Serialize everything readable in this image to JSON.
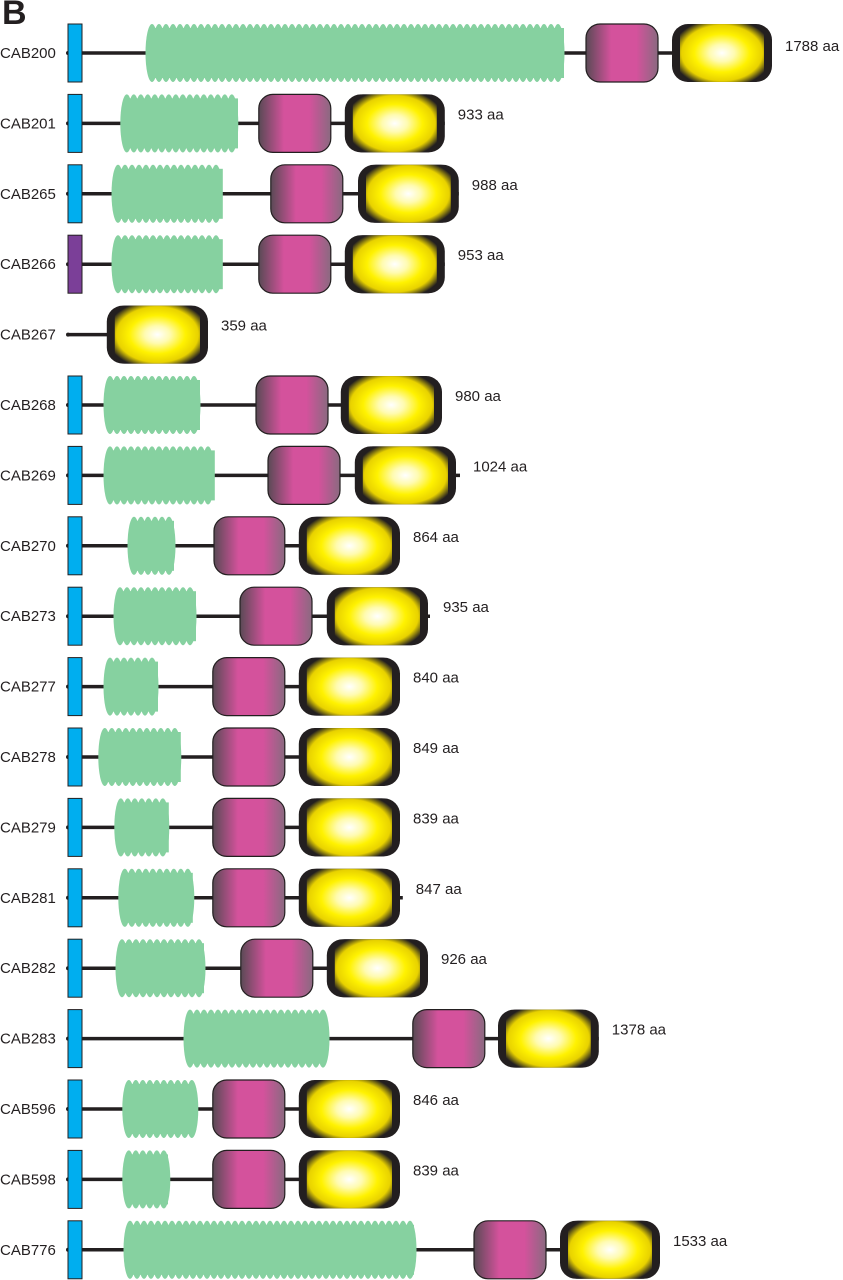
{
  "panel_label": "B",
  "colors": {
    "tm": "#00aeef",
    "tm_alt": "#7b3f98",
    "coiled": "#86d1a0",
    "pink": "#d4529c",
    "yellow": "#fff200",
    "line": "#231f20"
  },
  "legend_units": "aa",
  "proteins": [
    {
      "name": "CAB200",
      "length_label": "1788 aa",
      "box": "tm",
      "coiled": [
        195,
        1255
      ],
      "pink": [
        1295,
        1475
      ],
      "yellow": [
        1510,
        1760
      ],
      "end": 1760
    },
    {
      "name": "CAB201",
      "length_label": "933 aa",
      "box": "tm",
      "coiled": [
        132,
        440
      ],
      "pink": [
        477,
        657
      ],
      "yellow": [
        692,
        942
      ],
      "end": 942
    },
    {
      "name": "CAB265",
      "length_label": "988 aa",
      "box": "tm",
      "coiled": [
        110,
        402
      ],
      "pink": [
        507,
        687
      ],
      "yellow": [
        725,
        977
      ],
      "end": 977
    },
    {
      "name": "CAB266",
      "length_label": "953 aa",
      "box": "tm_alt",
      "coiled": [
        110,
        402
      ],
      "pink": [
        477,
        657
      ],
      "yellow": [
        692,
        942
      ],
      "end": 942
    },
    {
      "name": "CAB267",
      "length_label": "359 aa",
      "box": null,
      "coiled": null,
      "pink": null,
      "yellow": [
        97,
        350
      ],
      "end": 350
    },
    {
      "name": "CAB268",
      "length_label": "980 aa",
      "box": "tm",
      "coiled": [
        90,
        345
      ],
      "pink": [
        470,
        650
      ],
      "yellow": [
        682,
        935
      ],
      "end": 935
    },
    {
      "name": "CAB269",
      "length_label": "1024 aa",
      "box": "tm",
      "coiled": [
        90,
        382
      ],
      "pink": [
        500,
        680
      ],
      "yellow": [
        717,
        970
      ],
      "end": 980
    },
    {
      "name": "CAB270",
      "length_label": "864 aa",
      "box": "tm",
      "coiled": [
        150,
        280
      ],
      "pink": [
        365,
        542
      ],
      "yellow": [
        577,
        830
      ],
      "end": 830
    },
    {
      "name": "CAB273",
      "length_label": "935 aa",
      "box": "tm",
      "coiled": [
        115,
        335
      ],
      "pink": [
        430,
        610
      ],
      "yellow": [
        647,
        900
      ],
      "end": 905
    },
    {
      "name": "CAB277",
      "length_label": "840 aa",
      "box": "tm",
      "coiled": [
        90,
        240
      ],
      "pink": [
        362,
        542
      ],
      "yellow": [
        577,
        830
      ],
      "end": 830
    },
    {
      "name": "CAB278",
      "length_label": "849 aa",
      "box": "tm",
      "coiled": [
        77,
        297
      ],
      "pink": [
        362,
        542
      ],
      "yellow": [
        577,
        830
      ],
      "end": 830
    },
    {
      "name": "CAB279",
      "length_label": "839 aa",
      "box": "tm",
      "coiled": [
        117,
        267
      ],
      "pink": [
        362,
        542
      ],
      "yellow": [
        577,
        830
      ],
      "end": 830
    },
    {
      "name": "CAB281",
      "length_label": "847 aa",
      "box": "tm",
      "coiled": [
        127,
        327
      ],
      "pink": [
        362,
        542
      ],
      "yellow": [
        577,
        830
      ],
      "end": 837
    },
    {
      "name": "CAB282",
      "length_label": "926 aa",
      "box": "tm",
      "coiled": [
        120,
        355
      ],
      "pink": [
        432,
        612
      ],
      "yellow": [
        647,
        900
      ],
      "end": 900
    },
    {
      "name": "CAB283",
      "length_label": "1378 aa",
      "box": "tm",
      "coiled": [
        290,
        655
      ],
      "pink": [
        862,
        1042
      ],
      "yellow": [
        1075,
        1327
      ],
      "end": 1327
    },
    {
      "name": "CAB596",
      "length_label": "846 aa",
      "box": "tm",
      "coiled": [
        137,
        325
      ],
      "pink": [
        362,
        542
      ],
      "yellow": [
        577,
        830
      ],
      "end": 830
    },
    {
      "name": "CAB598",
      "length_label": "839 aa",
      "box": "tm",
      "coiled": [
        137,
        265
      ],
      "pink": [
        362,
        542
      ],
      "yellow": [
        577,
        830
      ],
      "end": 830
    },
    {
      "name": "CAB776",
      "length_label": "1533 aa",
      "box": "tm",
      "coiled": [
        140,
        880
      ],
      "pink": [
        1015,
        1195
      ],
      "yellow": [
        1230,
        1480
      ],
      "end": 1480
    }
  ]
}
